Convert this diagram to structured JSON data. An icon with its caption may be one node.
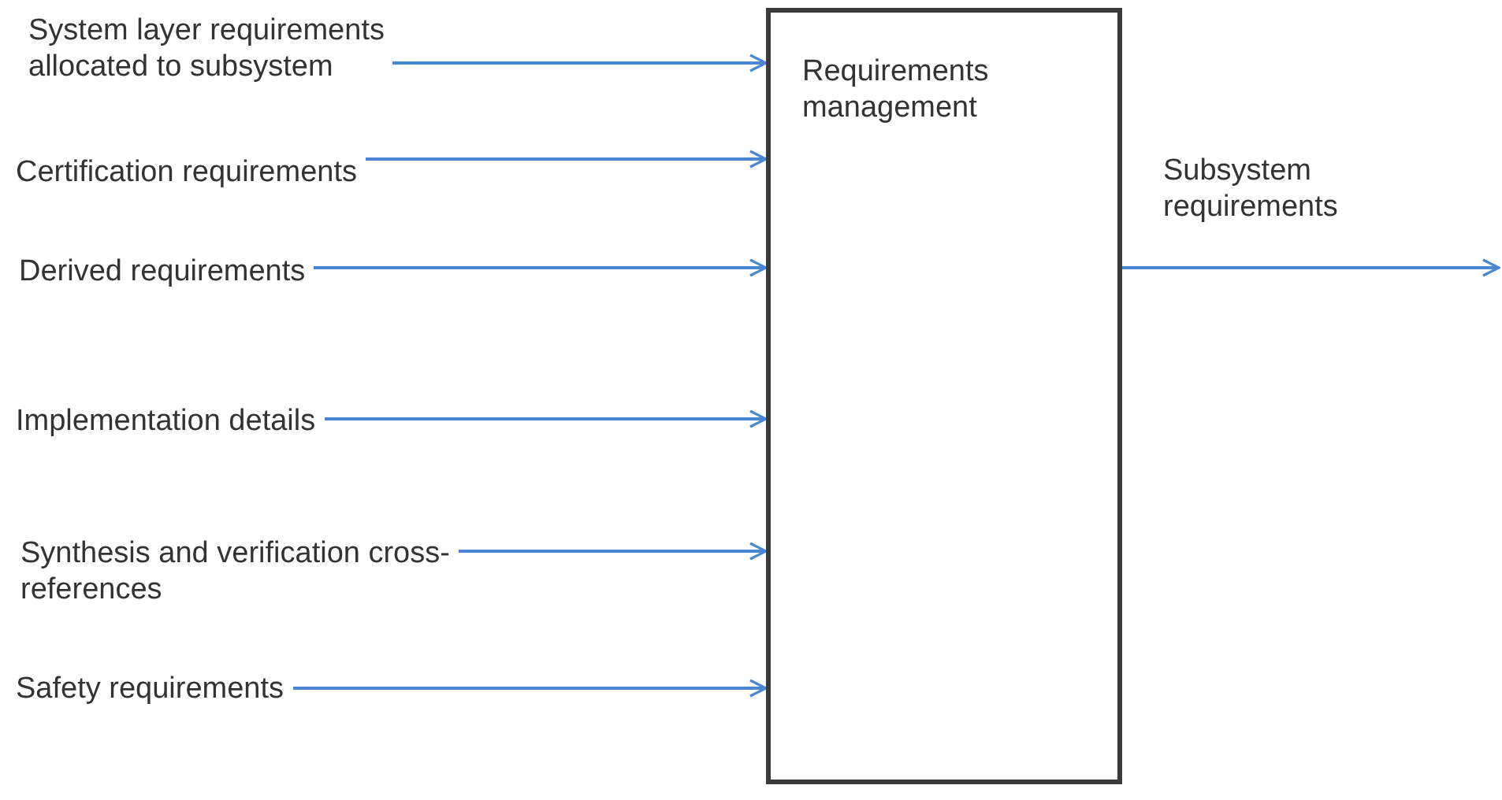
{
  "diagram": {
    "nodes": [
      {
        "text": [
          "Requirements management"
        ]
      },
      {
        "text": [
          "System layer requirements allocated to subsystem"
        ]
      },
      {
        "text": [
          "Certification requirements"
        ]
      },
      {
        "text": [
          "Derived requirements"
        ]
      },
      {
        "text": [
          "Implementation details"
        ]
      },
      {
        "text": [
          "Synthesis and verification cross-references"
        ]
      },
      {
        "text": [
          "Safety requirements"
        ]
      }
    ],
    "edges": [
      {
        "from": 1,
        "to": 0,
        "arrow": "to"
      },
      {
        "from": 2,
        "to": 0,
        "arrow": "to"
      },
      {
        "from": 3,
        "to": 0,
        "arrow": "to"
      },
      {
        "from": 4,
        "to": 0,
        "arrow": "to"
      },
      {
        "from": 5,
        "to": 0,
        "arrow": "to"
      },
      {
        "from": 6,
        "to": 0,
        "arrow": "to"
      },
      {
        "from": 0,
        "to": null,
        "arrow": "to",
        "label": "Subsystem requirements"
      }
    ]
  }
}
